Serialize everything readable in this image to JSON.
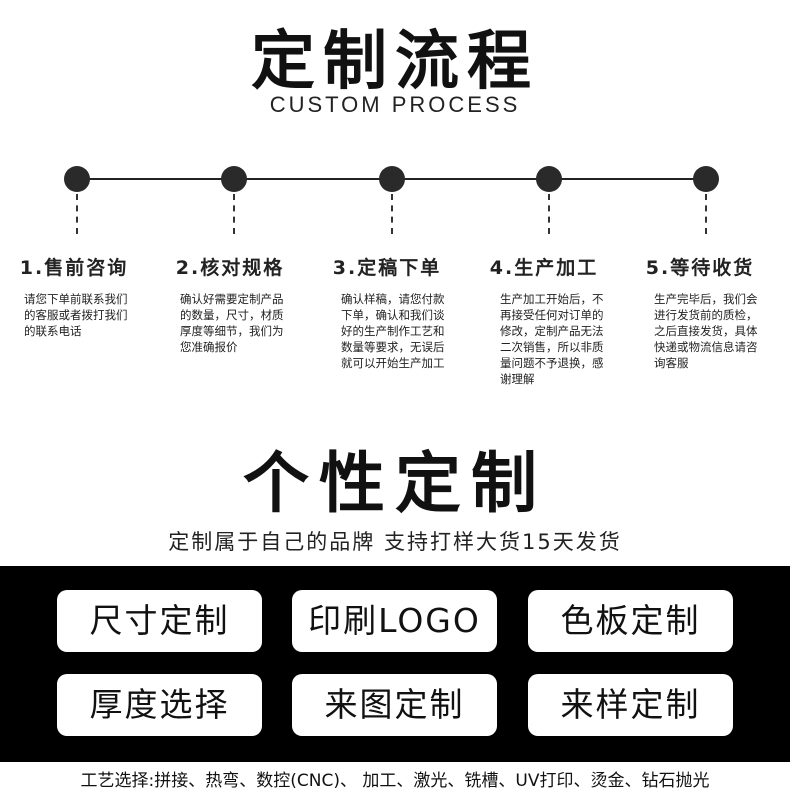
{
  "header": {
    "title": "定制流程",
    "subtitle_en": "CUSTOM PROCESS"
  },
  "steps": [
    {
      "title": "1.售前咨询",
      "desc": "请您下单前联系我们的客服或者拨打我们的联系电话"
    },
    {
      "title": "2.核对规格",
      "desc": "确认好需要定制产品的数量，尺寸，材质厚度等细节，我们为您准确报价"
    },
    {
      "title": "3.定稿下单",
      "desc": "确认样稿，请您付款下单，确认和我们谈好的生产制作工艺和数量等要求，无误后就可以开始生产加工"
    },
    {
      "title": "4.生产加工",
      "desc": "生产加工开始后，不再接受任何对订单的修改，定制产品无法二次销售，所以非质量问题不予退换，感谢理解"
    },
    {
      "title": "5.等待收货",
      "desc": "生产完毕后，我们会进行发货前的质检，之后直接发货，具体快递或物流信息请咨询客服"
    }
  ],
  "section2": {
    "title": "个性定制",
    "subtitle": "定制属于自己的品牌 支持打样大货15天发货"
  },
  "options": [
    "尺寸定制",
    "印刷LOGO",
    "色板定制",
    "厚度选择",
    "来图定制",
    "来样定制"
  ],
  "footer": {
    "text": "工艺选择:拼接、热弯、数控(CNC)、 加工、激光、铣槽、UV打印、烫金、钻石抛光"
  }
}
